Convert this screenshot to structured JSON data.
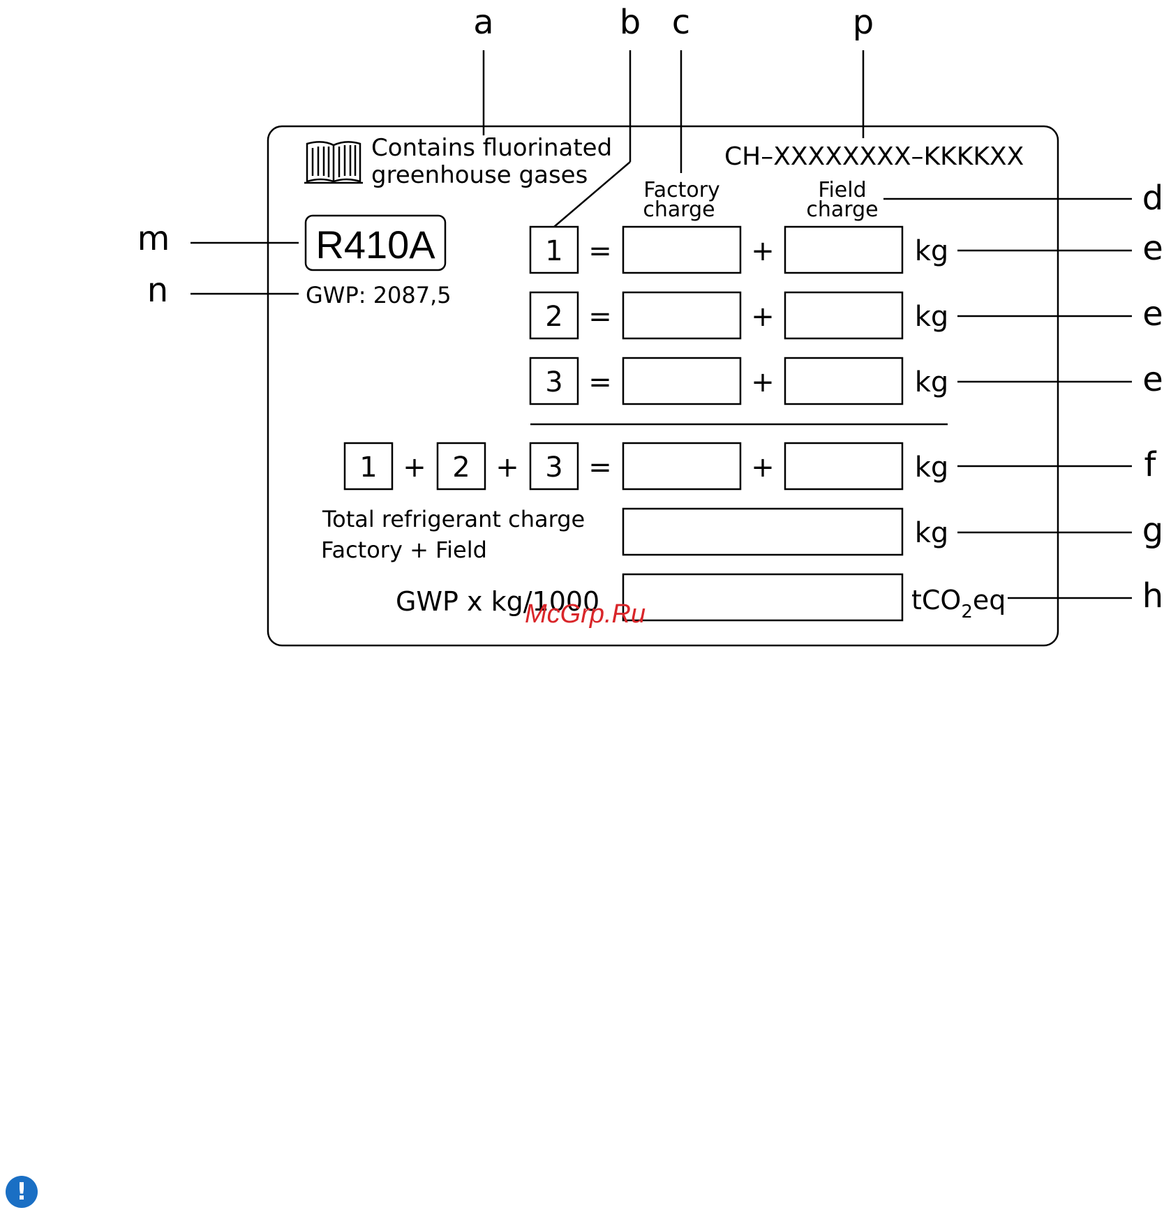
{
  "callouts": {
    "a": "a",
    "b": "b",
    "c": "c",
    "p": "p",
    "d": "d",
    "e1": "e",
    "e2": "e",
    "e3": "e",
    "f": "f",
    "g": "g",
    "h": "h",
    "m": "m",
    "n": "n"
  },
  "label": {
    "contains_line1": "Contains  fluorinated",
    "contains_line2": "greenhouse  gases",
    "code": "CH–XXXXXXXX–KKKKXX",
    "refrigerant": "R410A",
    "gwp": "GWP:  2087,5",
    "factory_line1": "Factory",
    "factory_line2": "charge",
    "field_line1": "Field",
    "field_line2": "charge",
    "rows": [
      {
        "num": "1",
        "eq": "=",
        "plus": "+",
        "unit": "kg"
      },
      {
        "num": "2",
        "eq": "=",
        "plus": "+",
        "unit": "kg"
      },
      {
        "num": "3",
        "eq": "=",
        "plus": "+",
        "unit": "kg"
      }
    ],
    "sum_row": {
      "n1": "1",
      "p1": "+",
      "n2": "2",
      "p2": "+",
      "n3": "3",
      "eq": "=",
      "plus": "+",
      "unit": "kg"
    },
    "total_line1": "Total  refrigerant  charge",
    "total_line2": "Factory  +  Field",
    "total_unit": "kg",
    "gwp_formula": "GWP  x  kg/1000",
    "tco2_t": "tCO",
    "tco2_sub": "2",
    "tco2_eq": "eq"
  },
  "watermark": "McGrp.Ru",
  "warning_icon": "exclamation-circle-icon",
  "colors": {
    "watermark": "#d9262a",
    "warning_icon": "#1a6fc4"
  }
}
